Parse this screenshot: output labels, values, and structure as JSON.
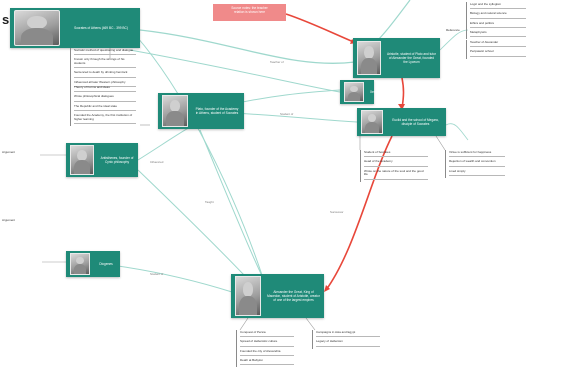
{
  "doc": {
    "title": "s Ge..."
  },
  "callout": {
    "text": "Source notes: the teacher\nrelation is shown here"
  },
  "nodes": {
    "n1": {
      "text": "Socrates of Athens (469 BC - 399 BC)"
    },
    "n2": {
      "text": "Plato, founder of the Academy in Athens, student of Socrates"
    },
    "n3": {
      "text": "Xenocrates"
    },
    "n4": {
      "text": "Aristotle, student of Plato and tutor of Alexander the Great, founded the Lyceum"
    },
    "n5": {
      "text": "Euclid and the school of Megara, disciple of Socrates"
    },
    "n6": {
      "text": "Antisthenes, founder of Cynic philosophy"
    },
    "n7": {
      "text": "Diogenes"
    },
    "n8": {
      "text": "Alexander the Great, King of Macedon, student of Aristotle, creator of one of the largest empires"
    }
  },
  "lists": {
    "l1": [
      "Socratic method of questioning and dialogue",
      "Known only through the writings of his students",
      "Sentenced to death by drinking hemlock",
      "Influenced all later Western philosophy"
    ],
    "l2": [
      "Theory of Forms and ideas",
      "Wrote philosophical dialogues",
      "The Republic and the ideal state",
      "Founded the Academy, the first institution of higher learning"
    ],
    "l3": [
      "Logic and the syllogism",
      "Biology and natural science",
      "Ethics and politics",
      "Metaphysics"
    ],
    "l4": [
      "Teacher of Alexander",
      "Peripatetic school"
    ],
    "l5": [
      "Student of Socrates",
      "Head of the Academy",
      "Wrote on the nature of the soul and the good life"
    ],
    "l6": [
      "Virtue is sufficient for happiness",
      "Rejection of wealth and convention",
      "Lived simply"
    ],
    "l7": [
      "Conquest of Persia",
      "Spread of Hellenistic culture",
      "Founded the city of Alexandria",
      "Death at Babylon"
    ],
    "l8": [
      "Campaigns in Asia and Egypt",
      "Legacy of Hellenism"
    ]
  },
  "small_labels": [
    "Argument",
    "Argument",
    "Reference"
  ],
  "edge_labels": [
    "Teacher of",
    "Student of",
    "Influenced",
    "Taught",
    "Student of",
    "Successor"
  ]
}
